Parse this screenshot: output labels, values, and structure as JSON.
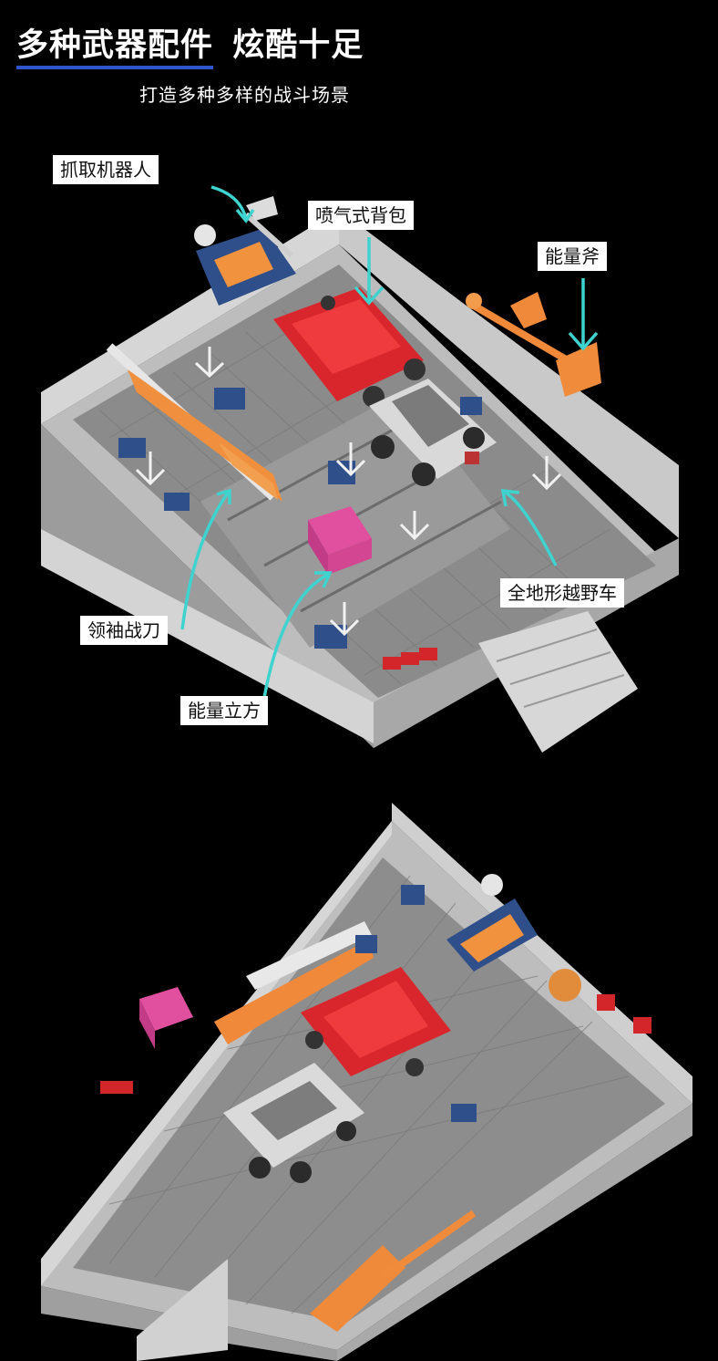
{
  "header": {
    "title_part_a": "多种武器配件",
    "title_part_b": "炫酷十足",
    "subtitle": "打造多种多样的战斗场景"
  },
  "callouts": {
    "grab_robot": "抓取机器人",
    "jetpack": "喷气式背包",
    "energy_axe": "能量斧",
    "collar_blade": "领袖战刀",
    "energy_cube": "能量立方",
    "atv": "全地形越野车"
  },
  "colors": {
    "background": "#000000",
    "title_underline": "#2e55c9",
    "callout_box": "#ffffff",
    "arrow_cyan": "#3fd3cf",
    "platform_grey": "#c8c8c8",
    "red_vehicle": "#d9262b",
    "orange_weapon": "#f08a3a",
    "magenta_cube": "#e0509e",
    "blue_parts": "#2e4a86"
  }
}
